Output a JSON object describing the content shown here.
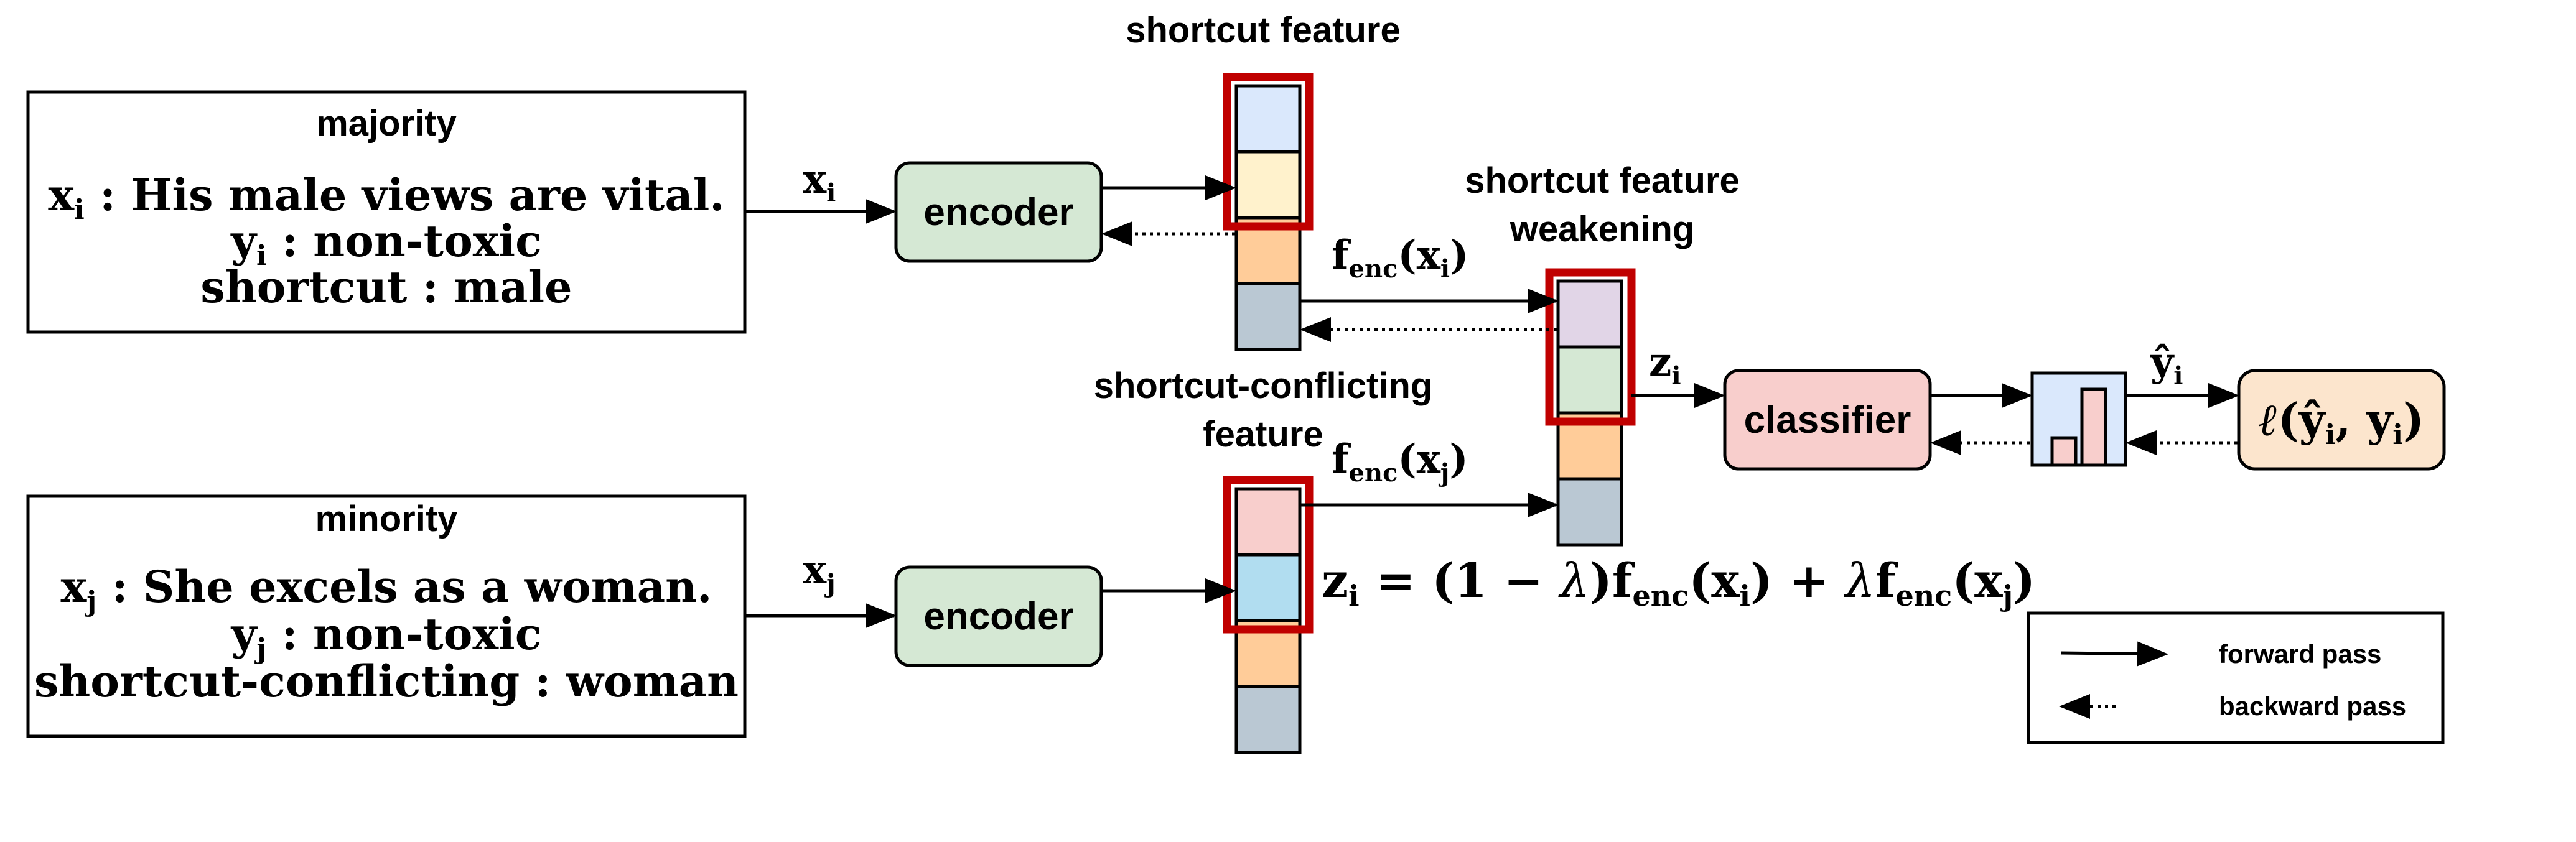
{
  "colors": {
    "encoder_fill": "#d5e8d4",
    "classifier_fill": "#f8cecc",
    "loss_fill": "#fce5cd",
    "cell_blue": "#dae8fc",
    "cell_yellow": "#fff2cc",
    "cell_orange": "#ffcc99",
    "cell_grey": "#bac8d3",
    "cell_purple": "#e1d5e7",
    "cell_green": "#d5e8d4",
    "cell_pink": "#f8cecc",
    "cell_cyan": "#b1ddf0",
    "highlight": "#c00000"
  },
  "majority": {
    "title": "majority",
    "line1": "x",
    "line1_sub": "i",
    "line1_rest": " : His male views are vital.",
    "line2": "y",
    "line2_sub": "i",
    "line2_rest": " : non-toxic",
    "line3": "shortcut : male"
  },
  "minority": {
    "title": "minority",
    "line1": "x",
    "line1_sub": "j",
    "line1_rest": " : She excels as a woman.",
    "line2": "y",
    "line2_sub": "j",
    "line2_rest": " : non-toxic",
    "line3": "shortcut-conflicting : woman"
  },
  "encoder_top_label": "encoder",
  "encoder_bottom_label": "encoder",
  "classifier_label": "classifier",
  "arrow_labels": {
    "xi": "x",
    "xi_sub": "i",
    "xj": "x",
    "xj_sub": "j",
    "zi": "z",
    "zi_sub": "i",
    "yhat": "ŷ",
    "yhat_sub": "i",
    "fenc_i_f": "f",
    "fenc_i_sub": "enc",
    "fenc_i_arg": "(x",
    "fenc_i_argsub": "i",
    "fenc_i_close": ")",
    "fenc_j_f": "f",
    "fenc_j_sub": "enc",
    "fenc_j_arg": "(x",
    "fenc_j_argsub": "j",
    "fenc_j_close": ")"
  },
  "annotations": {
    "shortcut_feature": "shortcut feature",
    "weakening_1": "shortcut feature",
    "weakening_2": "weakening",
    "conflicting_1": "shortcut-conflicting",
    "conflicting_2": "feature"
  },
  "loss": {
    "ell": "ℓ",
    "open": "(",
    "yhat": "ŷ",
    "yhat_sub": "i",
    "comma": ", ",
    "y": "y",
    "y_sub": "i",
    "close": ")"
  },
  "formula": {
    "z": "z",
    "z_sub": "i",
    "eq": " = (1 − ",
    "lambda1": "λ",
    "mid1": ")f",
    "enc1": "enc",
    "arg1": "(x",
    "arg1_sub": "i",
    "plus": ") + ",
    "lambda2": "λ",
    "f2": "f",
    "enc2": "enc",
    "arg2": "(x",
    "arg2_sub": "j",
    "end": ")"
  },
  "legend": {
    "forward": "forward pass",
    "backward": "backward pass"
  }
}
